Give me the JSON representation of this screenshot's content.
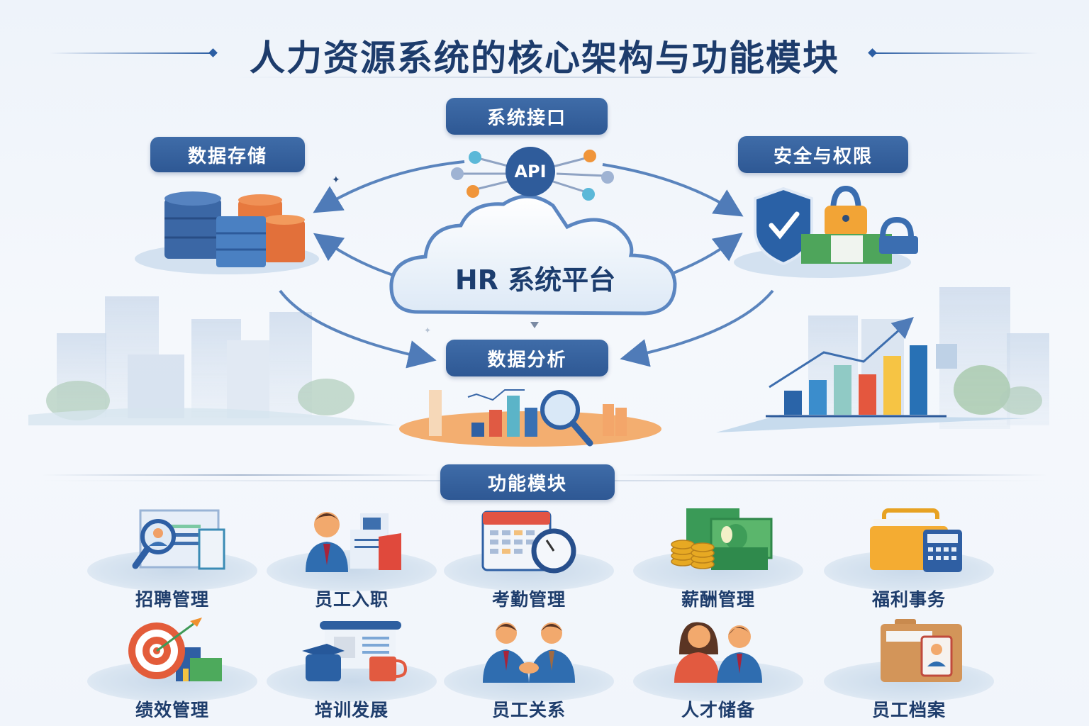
{
  "title": "人力资源系统的核心架构与功能模块",
  "architecture": {
    "center": {
      "label": "HR 系统平台",
      "icon": "cloud-icon"
    },
    "api_hub": {
      "label": "API",
      "icon": "api-network-icon"
    },
    "nodes": [
      {
        "id": "data-storage",
        "label": "数据存储",
        "icon": "database-icon",
        "position": "top-left"
      },
      {
        "id": "system-interface",
        "label": "系统接口",
        "icon": "api-network-icon",
        "position": "top-center"
      },
      {
        "id": "security-permissions",
        "label": "安全与权限",
        "icon": "shield-lock-icon",
        "position": "top-right"
      },
      {
        "id": "data-analysis",
        "label": "数据分析",
        "icon": "bar-chart-magnifier-icon",
        "position": "bottom-center"
      }
    ]
  },
  "modules_header": "功能模块",
  "modules": [
    {
      "label": "招聘管理",
      "icon": "recruitment-magnifier-icon"
    },
    {
      "label": "员工入职",
      "icon": "employee-onboarding-icon"
    },
    {
      "label": "考勤管理",
      "icon": "calendar-clock-icon"
    },
    {
      "label": "薪酬管理",
      "icon": "money-coins-icon"
    },
    {
      "label": "福利事务",
      "icon": "folder-calculator-icon"
    },
    {
      "label": "绩效管理",
      "icon": "target-arrow-icon"
    },
    {
      "label": "培训发展",
      "icon": "training-board-icon"
    },
    {
      "label": "员工关系",
      "icon": "handshake-icon"
    },
    {
      "label": "人才储备",
      "icon": "talent-people-icon"
    },
    {
      "label": "员工档案",
      "icon": "profile-folder-icon"
    }
  ],
  "colors": {
    "primary": "#2e5894",
    "title": "#1d3c6c",
    "accent_orange": "#e9773e",
    "accent_green": "#4caa5c",
    "accent_yellow": "#f4c242",
    "accent_red": "#e05a43",
    "background": "#f1f5fb"
  }
}
